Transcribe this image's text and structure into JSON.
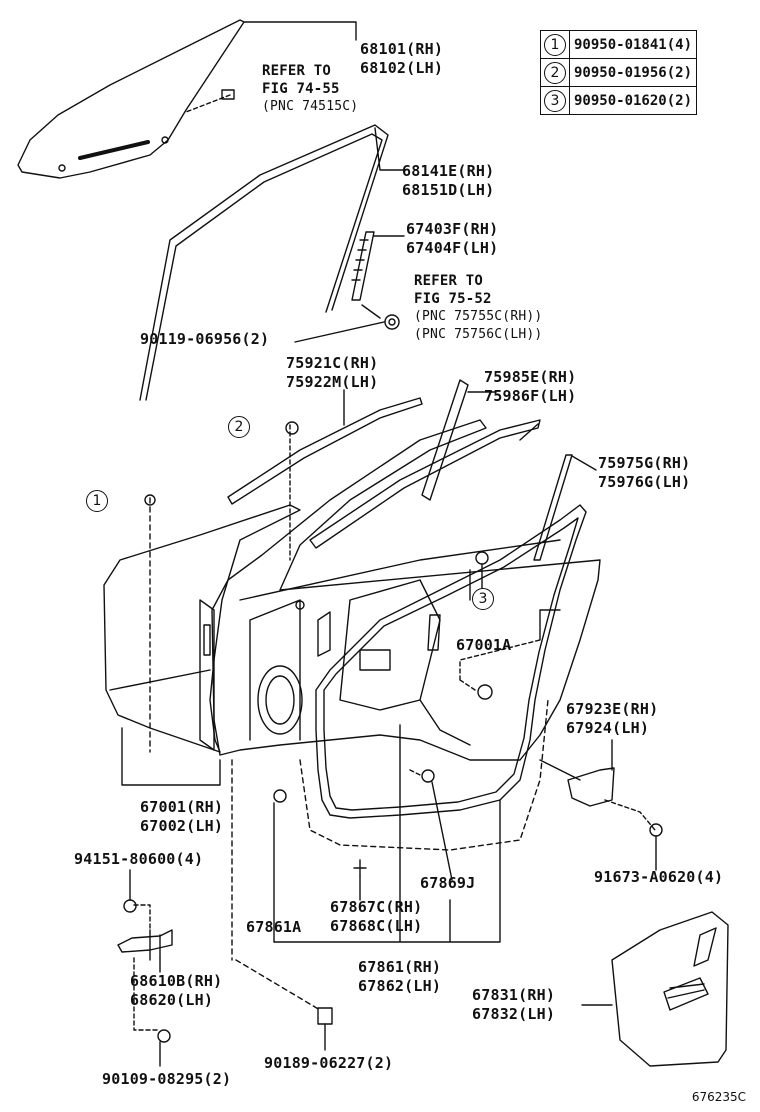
{
  "legend": [
    {
      "num": "1",
      "part": "90950-01841",
      "qty": "(4)"
    },
    {
      "num": "2",
      "part": "90950-01956",
      "qty": "(2)"
    },
    {
      "num": "3",
      "part": "90950-01620",
      "qty": "(2)"
    }
  ],
  "callouts": {
    "c1": "1",
    "c2": "2",
    "c3": "3"
  },
  "labels": {
    "glass_rh": "68101(RH)",
    "glass_lh": "68102(LH)",
    "ref1_a": "REFER TO",
    "ref1_b": "FIG 74-55",
    "ref1_c": "(PNC 74515C)",
    "run_rh": "68141E(RH)",
    "run_lh": "68151D(LH)",
    "frame_rh": "67403F(RH)",
    "frame_lh": "67404F(LH)",
    "ref2_a": "REFER TO",
    "ref2_b": "FIG 75-52",
    "ref2_c": "(PNC 75755C(RH))",
    "ref2_d": "(PNC 75756C(LH))",
    "bolt_upper": "90119-06956(2)",
    "mold_rh": "75921C(RH)",
    "mold_lh": "75922M(LH)",
    "belt_rh": "75985E(RH)",
    "belt_lh": "75986F(LH)",
    "weather_rh": "75975G(RH)",
    "weather_lh": "75976G(LH)",
    "panel_center": "67001A",
    "check_rh": "67923E(RH)",
    "check_lh": "67924(LH)",
    "door_rh": "67001(RH)",
    "door_lh": "67002(LH)",
    "bolt_hinge": "94151-80600(4)",
    "bolt_check": "91673-A0620(4)",
    "clip_a": "67869J",
    "clip_b_rh": "67867C(RH)",
    "clip_b_lh": "67868C(LH)",
    "clip_c": "67861A",
    "hinge_rh": "68610B(RH)",
    "hinge_lh": "68620(LH)",
    "seal_rh": "67861(RH)",
    "seal_lh": "67862(LH)",
    "film_rh": "67831(RH)",
    "film_lh": "67832(LH)",
    "bolt_lower": "90109-08295(2)",
    "bolt_pin": "90189-06227(2)"
  },
  "drawing_code": "676235C"
}
